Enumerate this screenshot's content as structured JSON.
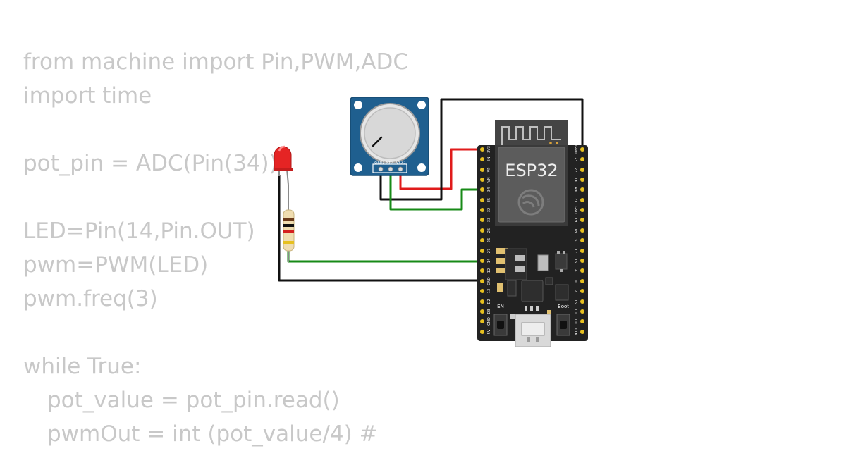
{
  "code": {
    "lines": [
      "from machine import Pin,PWM,ADC",
      "import time",
      "",
      "pot_pin = ADC(Pin(34))",
      "",
      "LED=Pin(14,Pin.OUT)",
      "pwm=PWM(LED)",
      "pwm.freq(3)",
      "",
      "while True:",
      "pot_value = pot_pin.read()",
      "pwmOut = int (pot_value/4) #"
    ]
  },
  "potentiometer": {
    "pins": [
      "GND",
      "SIG",
      "VCC"
    ]
  },
  "esp32": {
    "label": "ESP32",
    "left_pins": [
      "3V3",
      "EN",
      "VP",
      "VN",
      "34",
      "35",
      "32",
      "33",
      "25",
      "26",
      "27",
      "14",
      "12",
      "GND",
      "13",
      "D2",
      "D3",
      "CMD",
      "5V"
    ],
    "right_pins": [
      "GND",
      "23",
      "22",
      "TX",
      "RX",
      "21",
      "GND",
      "19",
      "18",
      "5",
      "17",
      "16",
      "4",
      "0",
      "2",
      "15",
      "D1",
      "D0",
      "CLK"
    ],
    "en_label": "EN",
    "boot_label": "Boot"
  },
  "colors": {
    "wire_black": "#111111",
    "wire_red": "#e01b1b",
    "wire_green": "#178a17",
    "board": "#222222",
    "module": "#3a3a3a",
    "pot_board": "#1f5f8f",
    "led": "#e52424",
    "code_text": "#c8c8c8"
  }
}
